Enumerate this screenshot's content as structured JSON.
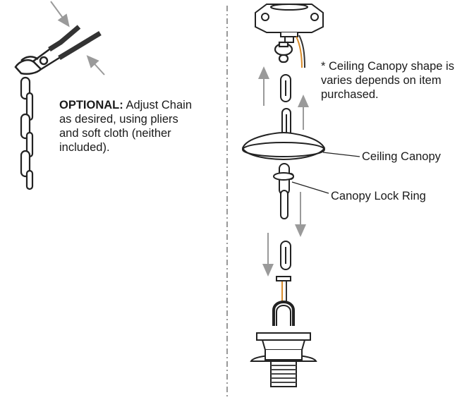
{
  "optional_note": {
    "heading": "OPTIONAL:",
    "text": "Adjust Chain as desired, using pliers and soft cloth (neither included)."
  },
  "canopy_note": "* Ceiling Canopy shape is varies depends on item purchased.",
  "labels": {
    "ceiling_canopy": "Ceiling Canopy",
    "canopy_lock_ring": "Canopy Lock Ring"
  }
}
